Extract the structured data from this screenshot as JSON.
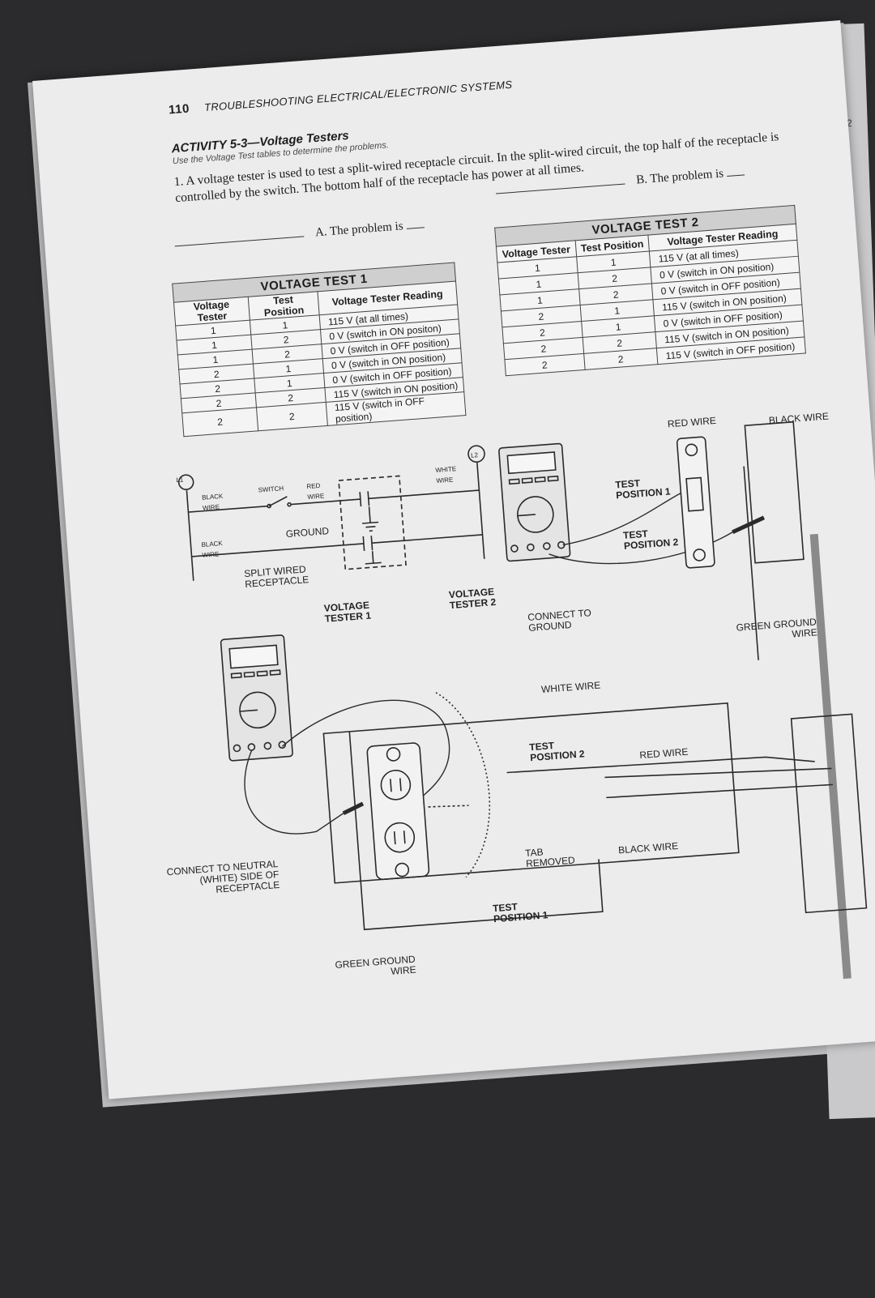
{
  "header": {
    "page_number": "110",
    "running_title": "TROUBLESHOOTING ELECTRICAL/ELECTRONIC SYSTEMS"
  },
  "activity": {
    "title": "ACTIVITY 5-3—Voltage Testers",
    "instructions": "Use the Voltage Test tables to determine the problems.",
    "question": "1. A voltage tester is used to test a split-wired receptacle circuit. In the split-wired circuit, the top half of the receptacle is controlled by the switch. The bottom half of the receptacle has power at all times.",
    "answer_a": "A. The problem is",
    "answer_b": "B. The problem is"
  },
  "voltage_test_1": {
    "caption": "VOLTAGE TEST 1",
    "headers": [
      "Voltage Tester",
      "Test Position",
      "Voltage Tester Reading"
    ],
    "rows": [
      [
        "1",
        "1",
        "115 V (at all times)"
      ],
      [
        "1",
        "2",
        "0 V (switch in ON positon)"
      ],
      [
        "1",
        "2",
        "0 V (switch in OFF position)"
      ],
      [
        "2",
        "1",
        "0 V (switch in ON position)"
      ],
      [
        "2",
        "1",
        "0 V (switch in OFF position)"
      ],
      [
        "2",
        "2",
        "115 V (switch in ON position)"
      ],
      [
        "2",
        "2",
        "115 V (switch in OFF position)"
      ]
    ]
  },
  "voltage_test_2": {
    "caption": "VOLTAGE TEST 2",
    "headers": [
      "Voltage Tester",
      "Test Position",
      "Voltage Tester Reading"
    ],
    "rows": [
      [
        "1",
        "1",
        "115 V (at all times)"
      ],
      [
        "1",
        "2",
        "0 V (switch in ON position)"
      ],
      [
        "1",
        "2",
        "0 V (switch in OFF position)"
      ],
      [
        "2",
        "1",
        "115 V (switch in ON position)"
      ],
      [
        "2",
        "1",
        "0 V (switch in OFF position)"
      ],
      [
        "2",
        "2",
        "115 V (switch in ON position)"
      ],
      [
        "2",
        "2",
        "115 V (switch in OFF position)"
      ]
    ]
  },
  "diagram": {
    "schematic": {
      "l1": "L1",
      "l2": "L2",
      "black_wire_top": "BLACK WIRE",
      "switch": "SWITCH",
      "red_wire": "RED WIRE",
      "white_wire": "WHITE WIRE",
      "black_wire_bottom": "BLACK WIRE",
      "ground": "GROUND",
      "split_wired_receptacle": "SPLIT WIRED RECEPTACLE"
    },
    "labels": {
      "voltage_tester_1": "VOLTAGE TESTER 1",
      "voltage_tester_2": "VOLTAGE TESTER 2",
      "connect_to_ground": "CONNECT TO GROUND",
      "red_wire_top": "RED WIRE",
      "black_wire_top": "BLACK WIRE",
      "test_position_1_switch": "TEST POSITION 1",
      "test_position_2_switch": "TEST POSITION 2",
      "green_ground_wire_right": "GREEN GROUND WIRE",
      "white_wire": "WHITE WIRE",
      "test_position_2": "TEST POSITION 2",
      "red_wire_mid": "RED WIRE",
      "black_wire_mid": "BLACK WIRE",
      "tab_removed": "TAB REMOVED",
      "test_position_1": "TEST POSITION 1",
      "connect_to_neutral": "CONNECT TO NEUTRAL (WHITE) SIDE OF RECEPTACLE",
      "green_ground_wire_bottom": "GREEN GROUND WIRE"
    }
  },
  "edge_page_number": "2"
}
